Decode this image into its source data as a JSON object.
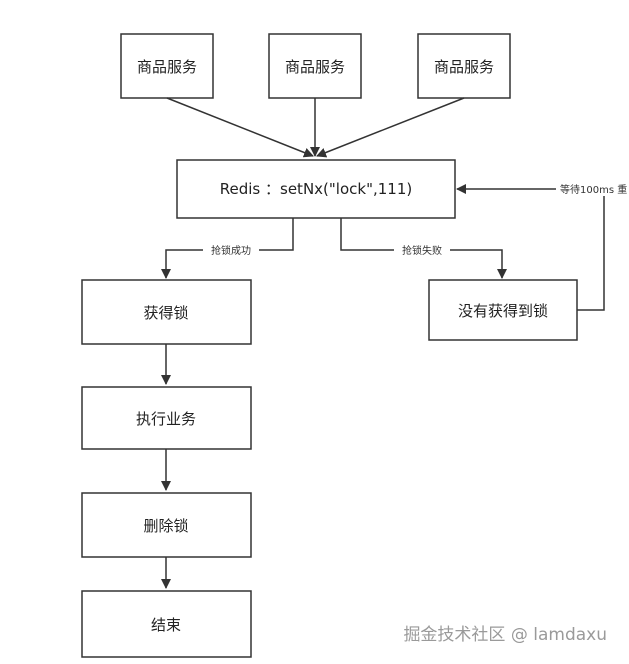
{
  "nodes": {
    "service_1": "商品服务",
    "service_2": "商品服务",
    "service_3": "商品服务",
    "redis": "Redis ：setNx(\"lock\",111)",
    "got_lock": "获得锁",
    "no_lock": "没有获得到锁",
    "execute": "执行业务",
    "delete_lock": "删除锁",
    "end": "结束"
  },
  "edges": {
    "lock_success": "抢锁成功",
    "lock_fail": "抢锁失败",
    "retry": "等待100ms 重"
  },
  "watermark": "掘金技术社区 @ lamdaxu"
}
